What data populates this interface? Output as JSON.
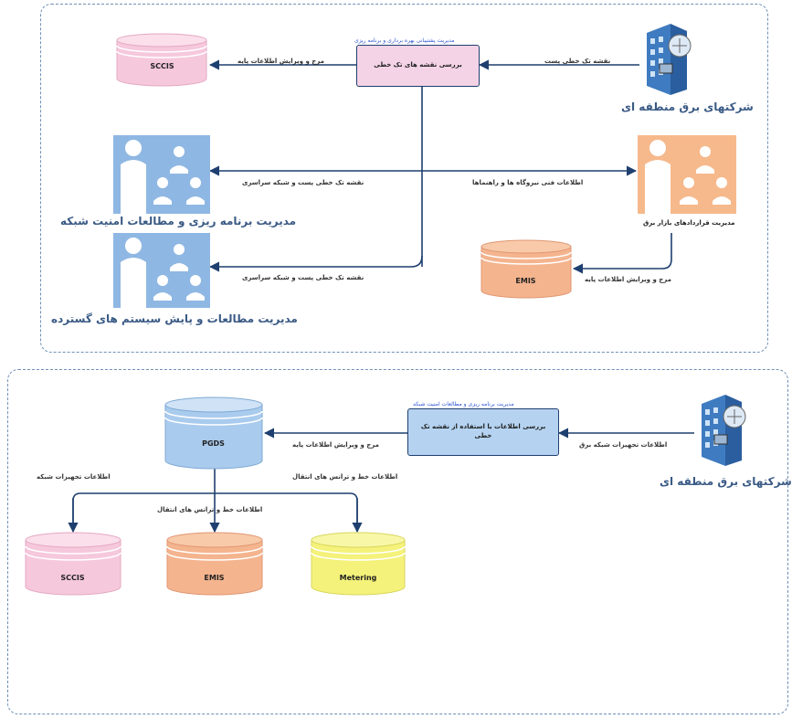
{
  "top": {
    "process_title": "مدیریت پشتیبانی بهره برداری و برنامه ریزی",
    "process_label": "بررسی نقشه های تک خطی",
    "db_sccis": "SCCIS",
    "db_emis": "EMIS",
    "edge_regional_to_process": "نقشه تک خطی پست",
    "edge_process_to_sccis": "مرج و ویرایش اطلاعات پایه",
    "edge_to_planning": "نقشه تک خطی پست و شبکه سراسری",
    "edge_plant_info": "اطلاعات فنی نیروگاه ها و راهنماها",
    "edge_to_studies": "نقشه تک خطی پست و شبکه سراسری",
    "edge_market_to_emis": "مرج و ویرایش اطلاعات پایه",
    "regional_companies": "شرکتهای برق منطقه ای",
    "market_label": "مدیریت قراردادهای بازار برق",
    "planning_label": "مدیریت برنامه ریزی و مطالعات امنیت شبکه",
    "studies_label": "مدیریت مطالعات و پایش سیستم های گسترده"
  },
  "bottom": {
    "process_title": "مدیریت برنامه ریزی و مطالعات امنیت شبکه",
    "process_label": "بررسی اطلاعات با استفاده از نقشه تک خطی",
    "db_pgds": "PGDS",
    "db_sccis": "SCCIS",
    "db_emis": "EMIS",
    "db_metering": "Metering",
    "edge_regional_to_process": "اطلاعات تجهیزات شبکه برق",
    "edge_process_to_pgds": "مرج و ویرایش اطلاعات پایه",
    "edge_to_sccis": "اطلاعات تجهیزات شبکه",
    "edge_to_emis": "اطلاعات خط و ترانس های انتقال",
    "edge_to_metering": "اطلاعات خط و ترانس های انتقال",
    "regional_companies": "شرکتهای برق منطقه ای"
  },
  "colors": {
    "pink": "#f6c8dc",
    "orange": "#f4b48e",
    "blue": "#a9cbed",
    "yellow": "#f4f27a",
    "line": "#1e3f6f",
    "person_orange": "#f6b98c",
    "person_blue": "#8fb7e3"
  }
}
